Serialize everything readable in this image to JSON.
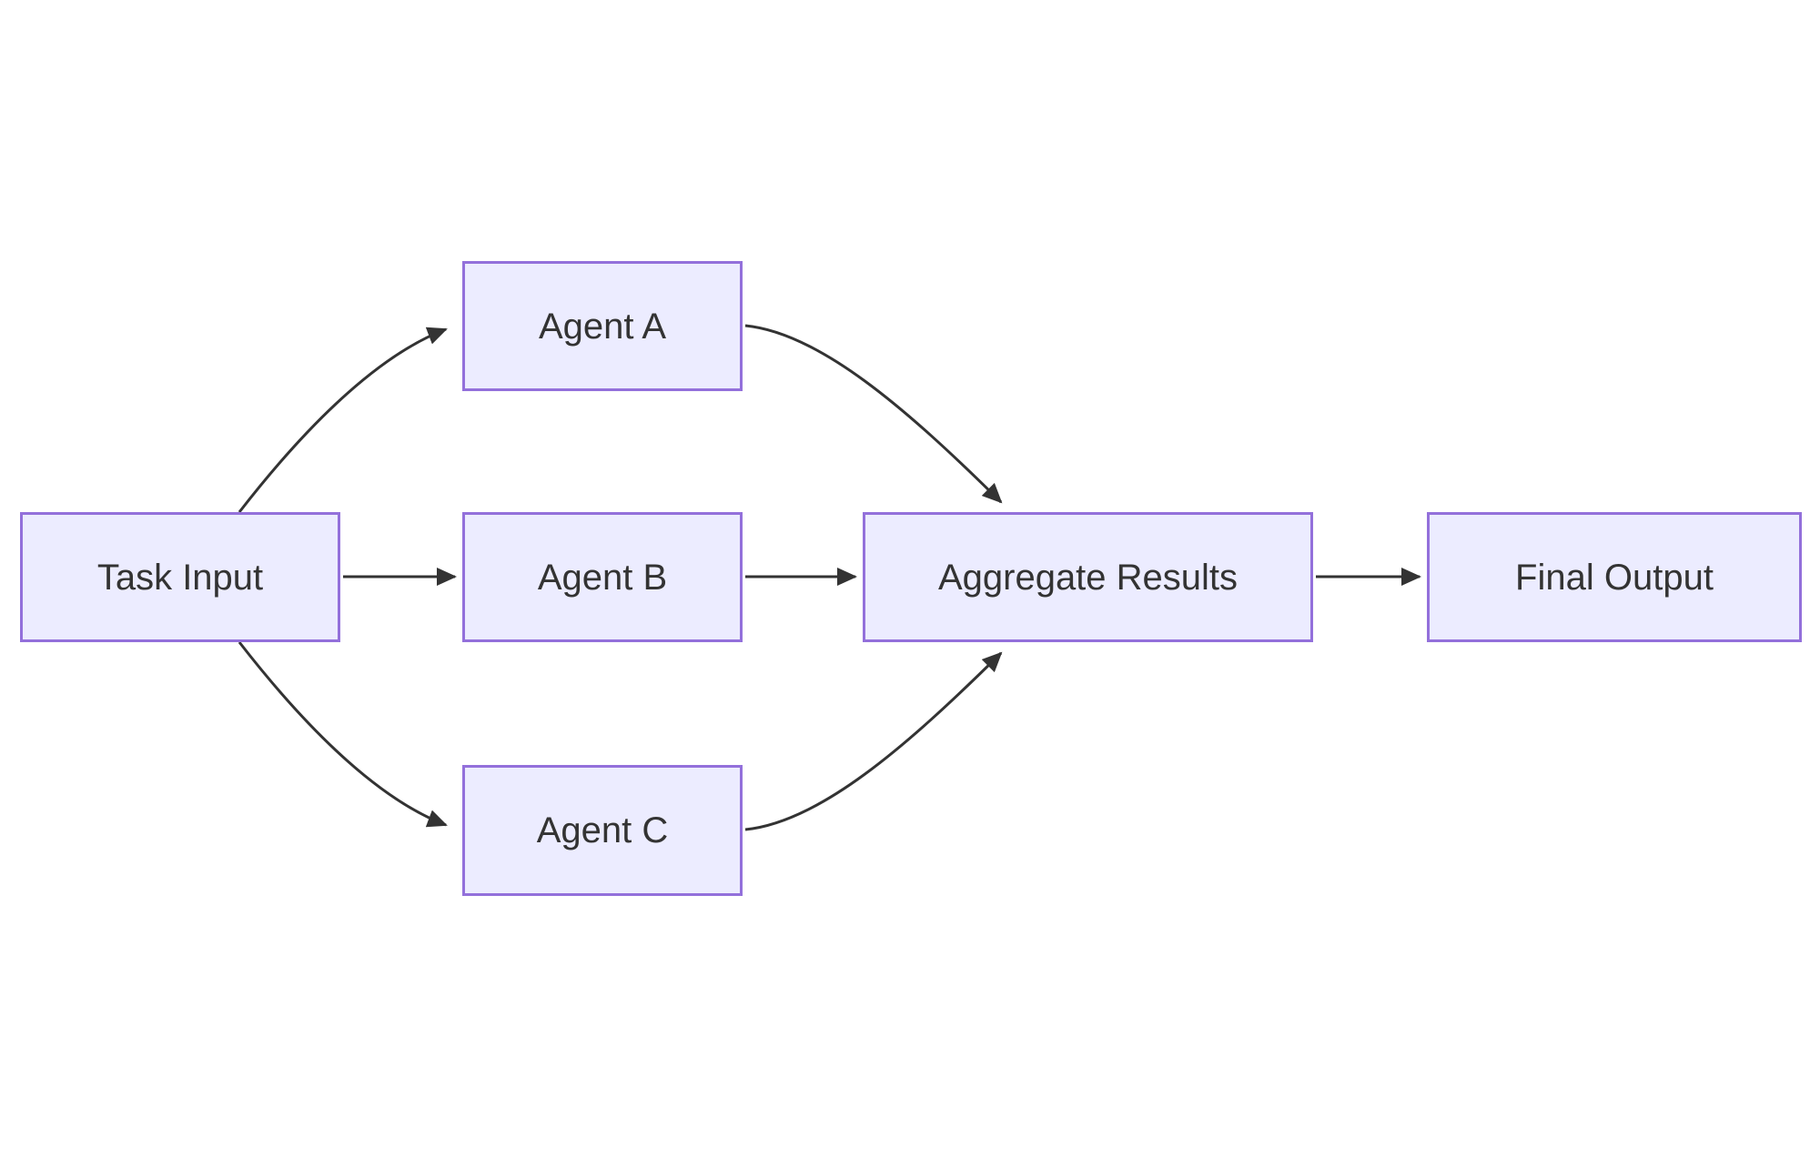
{
  "diagram": {
    "type": "flowchart",
    "direction": "left-to-right",
    "colors": {
      "background": "#ffffff",
      "node_fill": "#ECECFF",
      "node_border": "#9370DB",
      "edge": "#333333",
      "text": "#333333"
    },
    "nodes": [
      {
        "id": "task-input",
        "label": "Task Input"
      },
      {
        "id": "agent-a",
        "label": "Agent A"
      },
      {
        "id": "agent-b",
        "label": "Agent B"
      },
      {
        "id": "agent-c",
        "label": "Agent C"
      },
      {
        "id": "aggregate-results",
        "label": "Aggregate Results"
      },
      {
        "id": "final-output",
        "label": "Final Output"
      }
    ],
    "edges": [
      {
        "from": "task-input",
        "to": "agent-a"
      },
      {
        "from": "task-input",
        "to": "agent-b"
      },
      {
        "from": "task-input",
        "to": "agent-c"
      },
      {
        "from": "agent-a",
        "to": "aggregate-results"
      },
      {
        "from": "agent-b",
        "to": "aggregate-results"
      },
      {
        "from": "agent-c",
        "to": "aggregate-results"
      },
      {
        "from": "aggregate-results",
        "to": "final-output"
      }
    ]
  }
}
